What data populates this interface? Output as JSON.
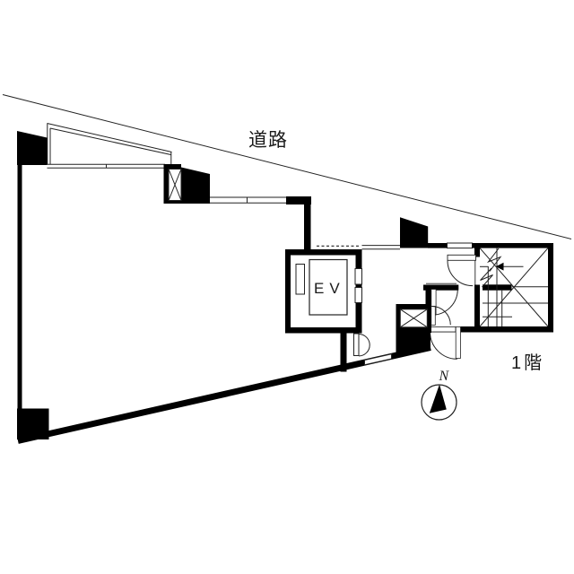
{
  "labels": {
    "road": "道路",
    "floor": "1階",
    "elevator": "EV",
    "north": "N"
  },
  "colors": {
    "wall": "#000000",
    "line": "#222222",
    "background": "#ffffff"
  },
  "diagram": {
    "type": "floor-plan",
    "floor_label": "1階"
  }
}
